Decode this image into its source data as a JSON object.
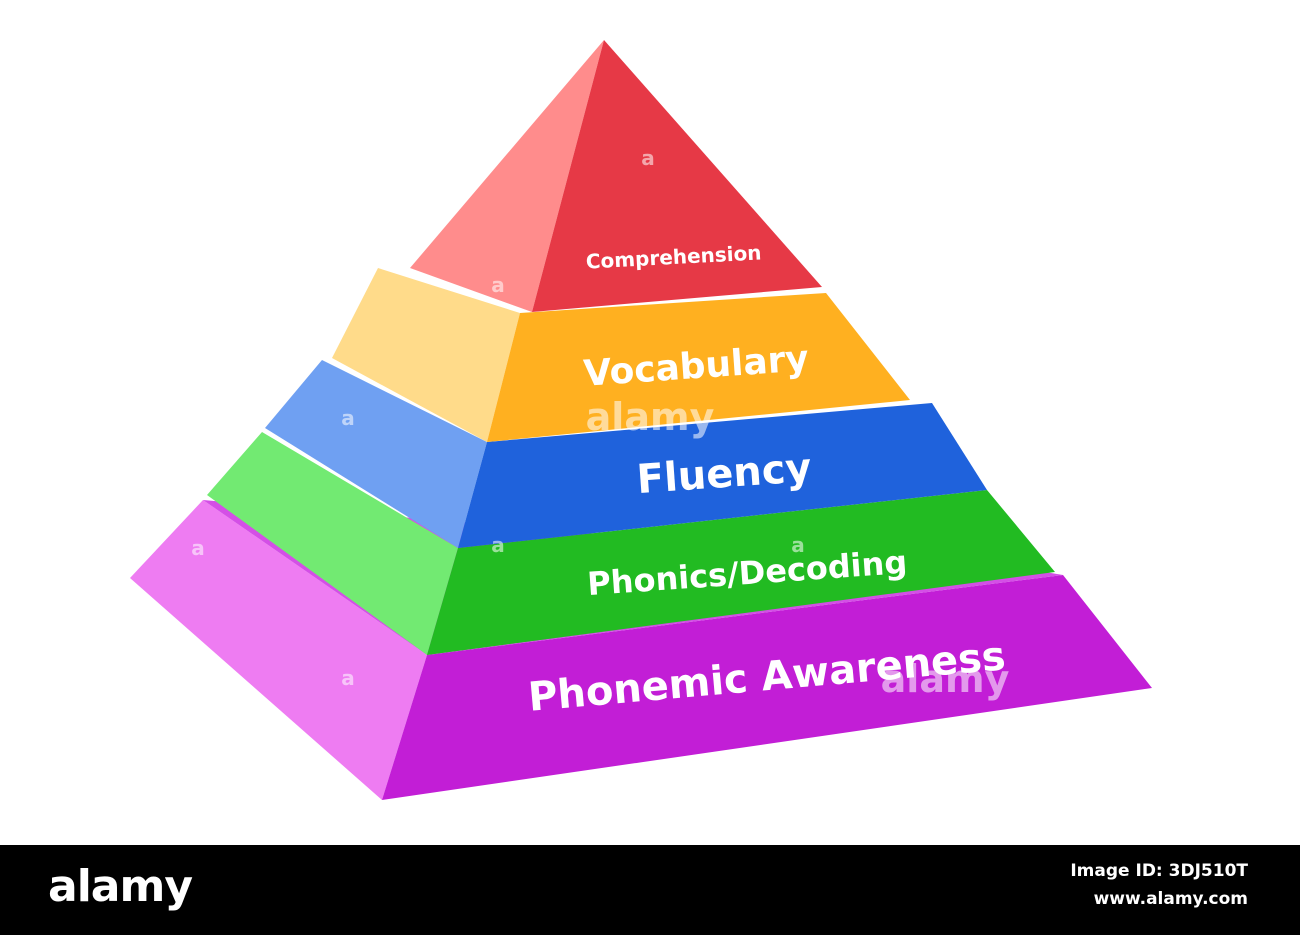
{
  "pyramid": {
    "levels": [
      {
        "key": "comprehension",
        "label": "Comprehension",
        "color": "#e63946"
      },
      {
        "key": "vocabulary",
        "label": "Vocabulary",
        "color": "#ffb020"
      },
      {
        "key": "fluency",
        "label": "Fluency",
        "color": "#1f62dc"
      },
      {
        "key": "phonics",
        "label": "Phonics/Decoding",
        "color": "#22bb22"
      },
      {
        "key": "phonemic",
        "label": "Phonemic Awareness",
        "color": "#c21ed6"
      }
    ]
  },
  "watermark": {
    "text": "alamy",
    "letter": "a"
  },
  "footer": {
    "logo": "alamy",
    "image_id": "Image ID: 3DJ510T",
    "site": "www.alamy.com"
  }
}
